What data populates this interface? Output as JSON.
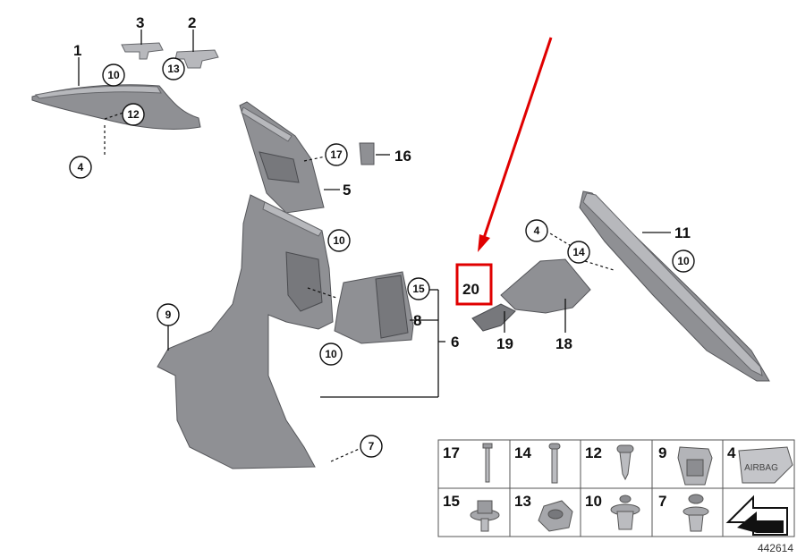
{
  "diagram_number": "442614",
  "highlight": {
    "color": "#e00000",
    "label": "20"
  },
  "callouts": {
    "c1": "1",
    "c2": "2",
    "c3": "3",
    "c4a": "4",
    "c4b": "4",
    "c5": "5",
    "c6": "6",
    "c7": "7",
    "c8": "8",
    "c9": "9",
    "c10a": "10",
    "c10b": "10",
    "c10c": "10",
    "c10d": "10",
    "c11": "11",
    "c12": "12",
    "c13": "13",
    "c14": "14",
    "c15": "15",
    "c16": "16",
    "c17": "17",
    "c18": "18",
    "c19": "19",
    "c20": "20"
  },
  "legend_cells": [
    {
      "label": "17",
      "icon": "screw-long-icon"
    },
    {
      "label": "14",
      "icon": "screw-long-icon"
    },
    {
      "label": "12",
      "icon": "screw-short-icon"
    },
    {
      "label": "9",
      "icon": "clip-icon"
    },
    {
      "label": "4",
      "icon": "airbag-clip-icon",
      "text": "AIRBAG"
    },
    {
      "label": "15",
      "icon": "bolt-washer-icon"
    },
    {
      "label": "13",
      "icon": "hex-nut-icon"
    },
    {
      "label": "10",
      "icon": "push-clip-icon"
    },
    {
      "label": "7",
      "icon": "expanding-rivet-icon"
    },
    {
      "label": "",
      "icon": "direction-arrow-icon"
    }
  ]
}
